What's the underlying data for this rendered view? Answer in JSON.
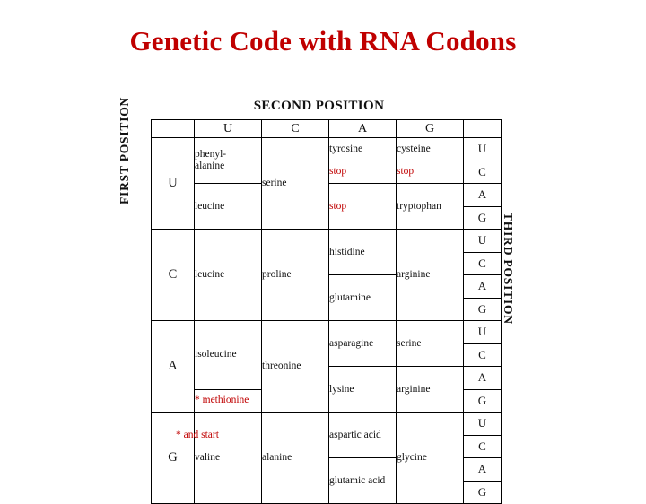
{
  "title": "Genetic Code with RNA Codons",
  "labels": {
    "second_position": "SECOND POSITION",
    "first_position": "FIRST POSITION",
    "third_position": "THIRD POSITION"
  },
  "footnote": "* and start",
  "colors": {
    "title": "#c00000",
    "accent": "#c00000",
    "text": "#111111",
    "border": "#000000"
  },
  "table": {
    "second_headers": [
      "U",
      "C",
      "A",
      "G"
    ],
    "first_bases": [
      "U",
      "C",
      "A",
      "G"
    ],
    "third_bases": [
      "U",
      "C",
      "A",
      "G"
    ],
    "rows": [
      {
        "first": "U",
        "cells": {
          "U": [
            {
              "text": "phenyl-",
              "red": false
            },
            {
              "text": "alanine",
              "red": false
            },
            {
              "text": "leucine",
              "red": false
            }
          ],
          "C": [
            {
              "text": "serine",
              "red": false
            }
          ],
          "A": [
            {
              "text": "tyrosine",
              "red": false
            },
            {
              "text": "stop",
              "red": true
            },
            {
              "text": "stop",
              "red": true
            }
          ],
          "G": [
            {
              "text": "cysteine",
              "red": false
            },
            {
              "text": "stop",
              "red": true
            },
            {
              "text": "tryptophan",
              "red": false
            }
          ]
        }
      },
      {
        "first": "C",
        "cells": {
          "U": [
            {
              "text": "leucine",
              "red": false
            }
          ],
          "C": [
            {
              "text": "proline",
              "red": false
            }
          ],
          "A": [
            {
              "text": "histidine",
              "red": false
            },
            {
              "text": "glutamine",
              "red": false
            }
          ],
          "G": [
            {
              "text": "arginine",
              "red": false
            }
          ]
        }
      },
      {
        "first": "A",
        "cells": {
          "U": [
            {
              "text": "isoleucine",
              "red": false
            },
            {
              "text": "* methionine",
              "red": true
            }
          ],
          "C": [
            {
              "text": "threonine",
              "red": false
            }
          ],
          "A": [
            {
              "text": "asparagine",
              "red": false
            },
            {
              "text": "lysine",
              "red": false
            }
          ],
          "G": [
            {
              "text": "serine",
              "red": false
            },
            {
              "text": "arginine",
              "red": false
            }
          ]
        }
      },
      {
        "first": "G",
        "cells": {
          "U": [
            {
              "text": "valine",
              "red": false
            }
          ],
          "C": [
            {
              "text": "alanine",
              "red": false
            }
          ],
          "A": [
            {
              "text": "aspartic acid",
              "red": false
            },
            {
              "text": "glutamic acid",
              "red": false
            }
          ],
          "G": [
            {
              "text": "glycine",
              "red": false
            }
          ]
        }
      }
    ]
  }
}
